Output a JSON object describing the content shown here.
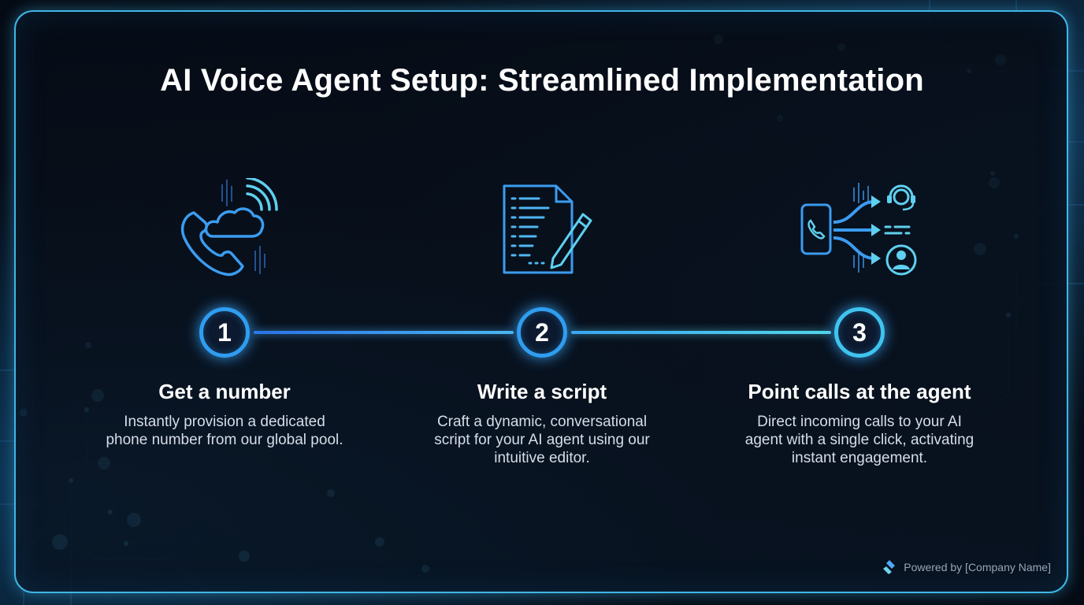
{
  "title": "AI Voice Agent Setup: Streamlined Implementation",
  "steps": [
    {
      "number": "1",
      "title": "Get a number",
      "description": "Instantly provision a dedicated phone number from our global pool.",
      "icon": "phone-cloud-icon"
    },
    {
      "number": "2",
      "title": "Write a script",
      "description": "Craft a dynamic, conversational script for your AI agent using our intuitive editor.",
      "icon": "script-document-pen-icon"
    },
    {
      "number": "3",
      "title": "Point calls at the agent",
      "description": "Direct incoming calls to your AI agent with a single click, activating instant engagement.",
      "icon": "call-routing-icon"
    }
  ],
  "footer": {
    "text": "Powered by [Company Name]",
    "icon": "company-logo-icon"
  },
  "colors": {
    "accent_blue": "#2f9df0",
    "accent_cyan": "#52d6e8",
    "frame": "#3fb6e6"
  }
}
